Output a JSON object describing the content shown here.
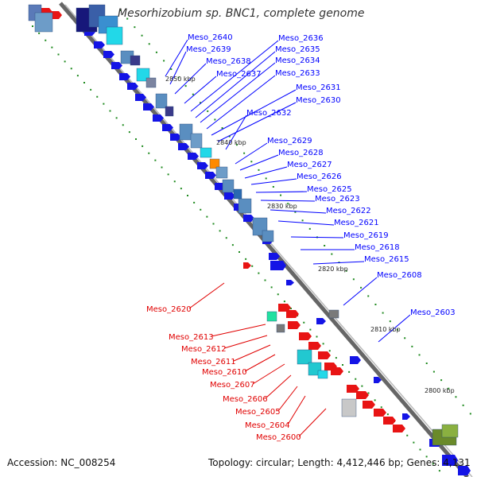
{
  "title": "Mesorhizobium sp. BNC1, complete genome",
  "accession": "Accession: NC_008254",
  "topology": "Topology: circular; Length: 4,412,446 bp; Genes: 4,131",
  "colors": {
    "forward_label": "#0000ff",
    "reverse_label": "#e00000",
    "backbone": "#666666",
    "forward_gene": "#1414e6",
    "reverse_gene": "#e81414",
    "gc_skew": "#1f8a1f"
  },
  "scale_ticks": [
    "2850 kbp",
    "2840 kbp",
    "2830 kbp",
    "2820 kbp",
    "2810 kbp",
    "2800 kbp"
  ],
  "forward_genes": [
    "Meso_2640",
    "Meso_2639",
    "Meso_2638",
    "Meso_2637",
    "Meso_2636",
    "Meso_2635",
    "Meso_2634",
    "Meso_2633",
    "Meso_2631",
    "Meso_2630",
    "Meso_2632",
    "Meso_2629",
    "Meso_2628",
    "Meso_2627",
    "Meso_2626",
    "Meso_2625",
    "Meso_2623",
    "Meso_2622",
    "Meso_2621",
    "Meso_2619",
    "Meso_2618",
    "Meso_2615",
    "Meso_2608",
    "Meso_2603"
  ],
  "reverse_genes": [
    "Meso_2620",
    "Meso_2613",
    "Meso_2612",
    "Meso_2611",
    "Meso_2610",
    "Meso_2607",
    "Meso_2606",
    "Meso_2605",
    "Meso_2604",
    "Meso_2600"
  ]
}
